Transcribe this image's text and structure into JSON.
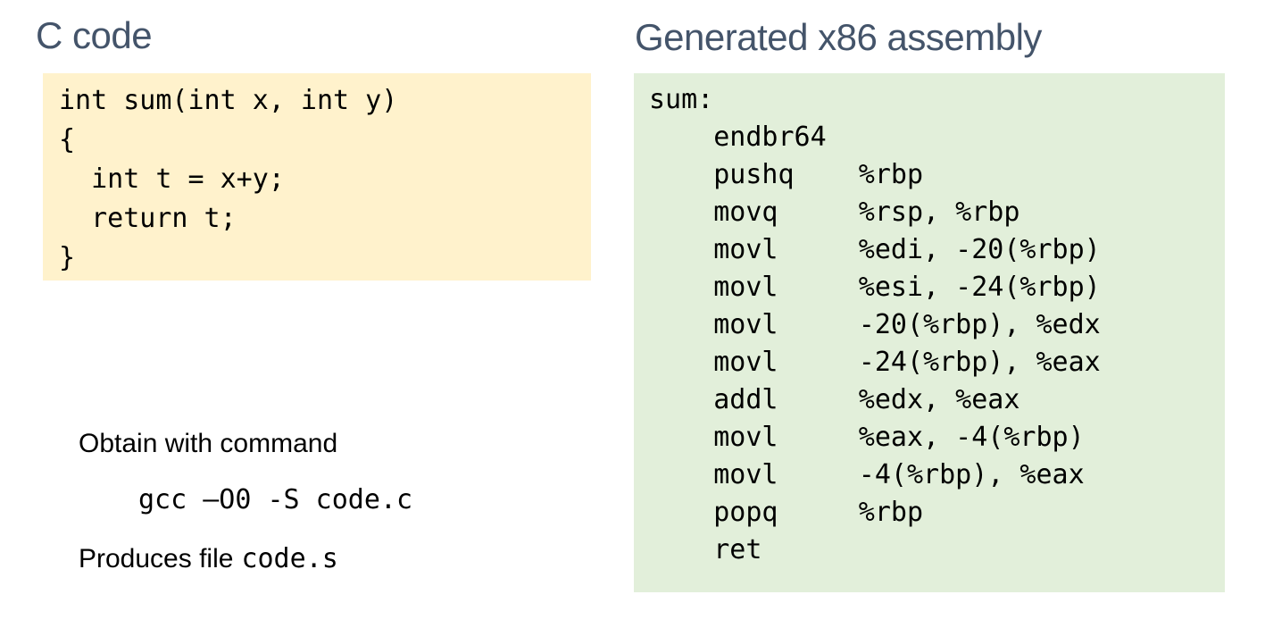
{
  "colors": {
    "heading_text": "#44546A",
    "c_code_box_bg": "#FFF2CC",
    "assembly_box_bg": "#E2EFDA",
    "code_text": "#000000",
    "page_bg": "#FFFFFF"
  },
  "c_section": {
    "title": "C code",
    "code": "int sum(int x, int y)\n{\n  int t = x+y;\n  return t;\n}"
  },
  "assembly_section": {
    "title": "Generated x86 assembly",
    "code": "sum:\n    endbr64\n    pushq    %rbp\n    movq     %rsp, %rbp\n    movl     %edi, -20(%rbp)\n    movl     %esi, -24(%rbp)\n    movl     -20(%rbp), %edx\n    movl     -24(%rbp), %eax\n    addl     %edx, %eax\n    movl     %eax, -4(%rbp)\n    movl     -4(%rbp), %eax\n    popq     %rbp\n    ret"
  },
  "notes": {
    "obtain_label": "Obtain with command",
    "command": "gcc –O0 -S code.c",
    "produces_label": "Produces file",
    "produces_file": "code.s"
  }
}
